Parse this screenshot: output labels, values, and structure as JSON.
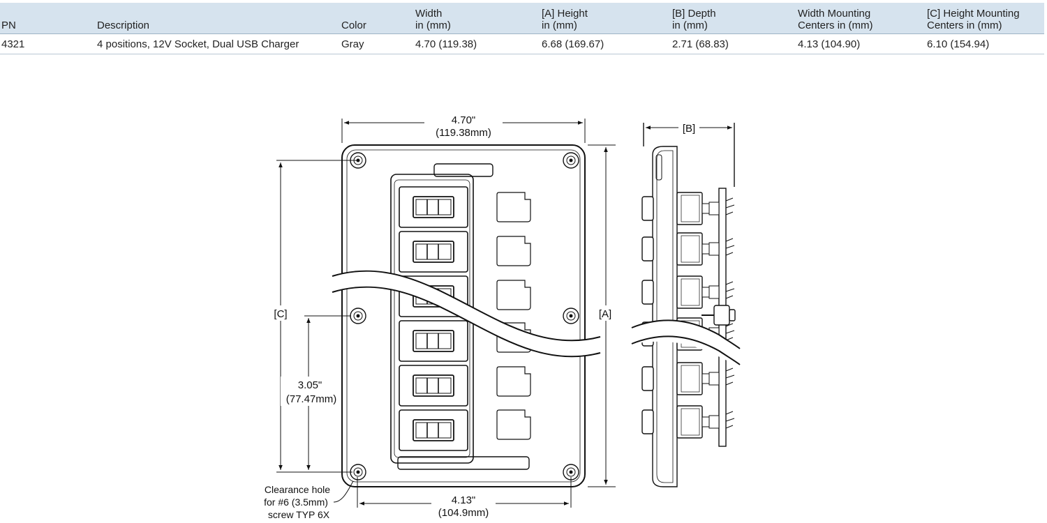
{
  "table": {
    "headers": [
      {
        "line1": "PN",
        "line2": ""
      },
      {
        "line1": "Description",
        "line2": ""
      },
      {
        "line1": "Color",
        "line2": ""
      },
      {
        "line1": "Width",
        "line2": "in (mm)"
      },
      {
        "line1": "[A] Height",
        "line2": "in (mm)"
      },
      {
        "line1": "[B] Depth",
        "line2": "in (mm)"
      },
      {
        "line1": "Width Mounting",
        "line2": "Centers in (mm)"
      },
      {
        "line1": "[C] Height Mounting",
        "line2": "Centers in (mm)"
      }
    ],
    "rows": [
      [
        "4321",
        "4 positions, 12V Socket, Dual USB Charger",
        "Gray",
        "4.70 (119.38)",
        "6.68 (169.67)",
        "2.71 (68.83)",
        "4.13 (104.90)",
        "6.10 (154.94)"
      ]
    ]
  },
  "dimensions": {
    "width_in": "4.70\"",
    "width_mm": "(119.38mm)",
    "height_label": "[A]",
    "mount_height_label": "[C]",
    "depth_label": "[B]",
    "mid_spacing_in": "3.05\"",
    "mid_spacing_mm": "(77.47mm)",
    "mount_width_in": "4.13\"",
    "mount_width_mm": "(104.9mm)"
  },
  "note": {
    "line1": "Clearance hole",
    "line2": "for #6 (3.5mm)",
    "line3": "screw TYP 6X"
  }
}
